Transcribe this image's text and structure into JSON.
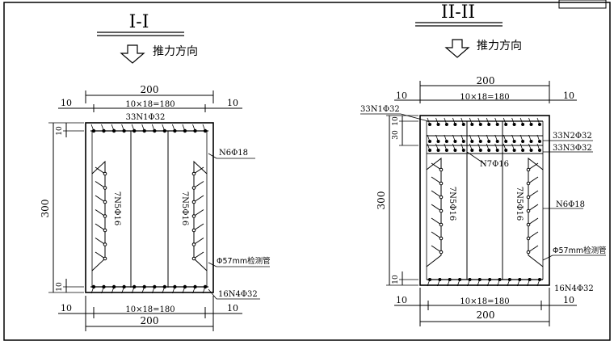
{
  "left": {
    "title": "I-I",
    "direction_label": "推力方向",
    "dim_top_total": "200",
    "dim_top_left": "10",
    "dim_top_mid": "10×18=180",
    "dim_top_right": "10",
    "top_bar_label": "33N1Φ32",
    "side_bar_label": "N6Φ18",
    "dim_height": "300",
    "dim_small_top": "10",
    "dim_small_bottom": "10",
    "inner_label_1": "7N5Φ16",
    "inner_label_2": "7N5Φ16",
    "pipe_label": "Φ57mm检测管",
    "bottom_bar_label": "16N4Φ32",
    "dim_bot_left": "10",
    "dim_bot_mid": "10×18=180",
    "dim_bot_right": "10",
    "dim_bot_total": "200"
  },
  "right": {
    "title": "II-II",
    "direction_label": "推力方向",
    "dim_top_total": "200",
    "dim_top_left": "10",
    "dim_top_mid": "10×18=180",
    "dim_top_right": "10",
    "top_bar_label": "33N1Φ32",
    "dim_small_top": "10",
    "dim_30": "30",
    "bar2_label": "33N2Φ32",
    "bar3_label": "33N3Φ32",
    "n7_label": "N7Φ16",
    "dim_height": "300",
    "inner_label_1": "7N5Φ16",
    "inner_label_2": "7N5Φ16",
    "side_bar_label": "N6Φ18",
    "pipe_label": "Φ57mm检测管",
    "dim_small_bottom": "10",
    "bottom_bar_label": "16N4Φ32",
    "dim_bot_left": "10",
    "dim_bot_mid": "10×18=180",
    "dim_bot_right": "10",
    "dim_bot_total": "200"
  }
}
